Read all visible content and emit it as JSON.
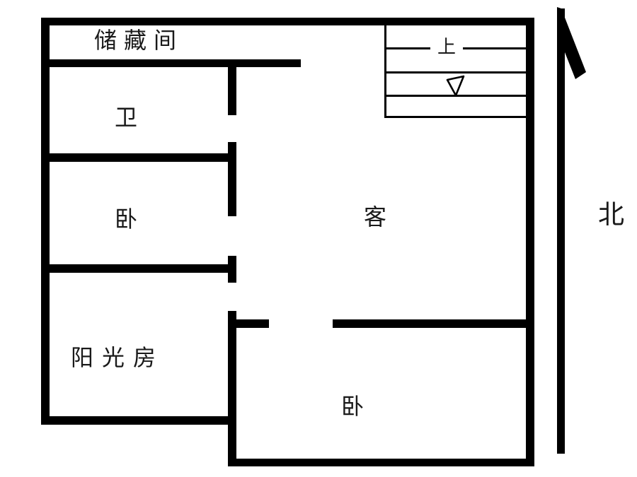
{
  "colors": {
    "wall": "#000000",
    "background": "#ffffff",
    "text": "#1a1a1a"
  },
  "rooms": {
    "storage": "储藏间",
    "bathroom": "卫",
    "bedroom_left": "卧",
    "living": "客",
    "sunroom": "阳光房",
    "bedroom_bottom": "卧"
  },
  "stairs": {
    "up_label": "上"
  },
  "compass": {
    "north_label": "北"
  }
}
